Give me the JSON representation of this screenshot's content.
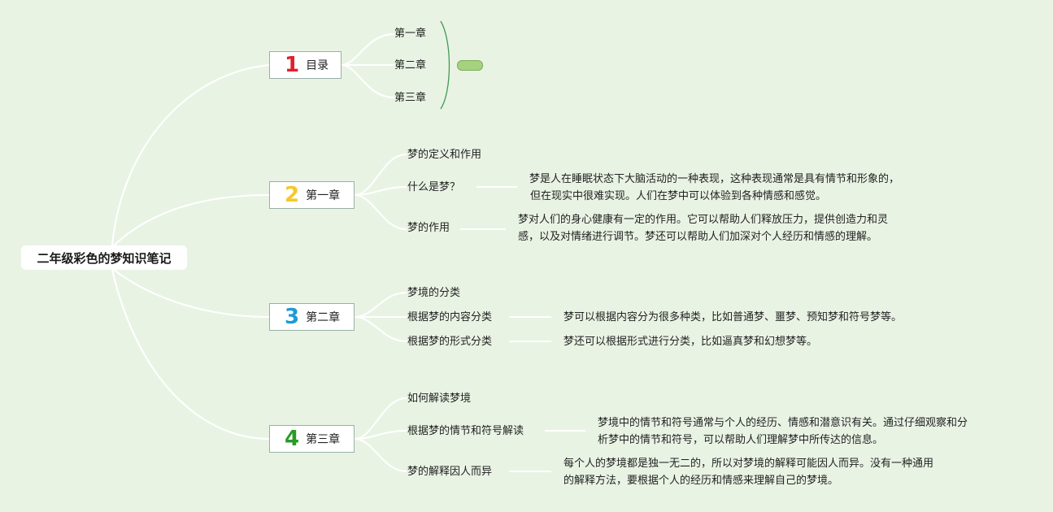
{
  "root": {
    "label": "二年级彩色的梦知识笔记"
  },
  "branches": [
    {
      "number": "1",
      "color": "#e0202e",
      "label": "目录",
      "children": [
        "第一章",
        "第二章",
        "第三章"
      ]
    },
    {
      "number": "2",
      "color": "#f5c82a",
      "label": "第一章",
      "heading": "梦的定义和作用",
      "topics": [
        {
          "label": "什么是梦？",
          "detail": [
            "梦是人在睡眠状态下大脑活动的一种表现，这种表现通常是具有情节和形象的，",
            "但在现实中很难实现。人们在梦中可以体验到各种情感和感觉。"
          ]
        },
        {
          "label": "梦的作用",
          "detail": [
            "梦对人们的身心健康有一定的作用。它可以帮助人们释放压力，提供创造力和灵",
            "感，以及对情绪进行调节。梦还可以帮助人们加深对个人经历和情感的理解。"
          ]
        }
      ]
    },
    {
      "number": "3",
      "color": "#1e9ad6",
      "label": "第二章",
      "heading": "梦境的分类",
      "topics": [
        {
          "label": "根据梦的内容分类",
          "detail": [
            "梦可以根据内容分为很多种类，比如普通梦、噩梦、预知梦和符号梦等。"
          ]
        },
        {
          "label": "根据梦的形式分类",
          "detail": [
            "梦还可以根据形式进行分类，比如逼真梦和幻想梦等。"
          ]
        }
      ]
    },
    {
      "number": "4",
      "color": "#2a9a2a",
      "label": "第三章",
      "heading": "如何解读梦境",
      "topics": [
        {
          "label": "根据梦的情节和符号解读",
          "detail": [
            "梦境中的情节和符号通常与个人的经历、情感和潜意识有关。通过仔细观察和分",
            "析梦中的情节和符号，可以帮助人们理解梦中所传达的信息。"
          ]
        },
        {
          "label": "梦的解释因人而异",
          "detail": [
            "每个人的梦境都是独一无二的，所以对梦境的解释可能因人而异。没有一种通用",
            "的解释方法，要根据个人的经历和情感来理解自己的梦境。"
          ]
        }
      ]
    }
  ]
}
